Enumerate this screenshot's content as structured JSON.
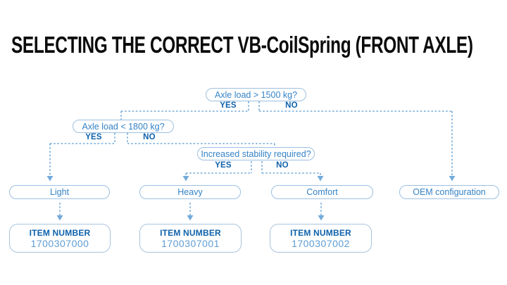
{
  "title": "SELECTING THE CORRECT VB-CoilSpring (FRONT AXLE)",
  "flowchart": {
    "decisions": [
      {
        "question": "Axle load > 1500 kg?",
        "yes_label": "YES",
        "no_label": "NO"
      },
      {
        "question": "Axle load < 1800 kg?",
        "yes_label": "YES",
        "no_label": "NO"
      },
      {
        "question": "Increased stability required?",
        "yes_label": "YES",
        "no_label": "NO"
      }
    ],
    "options": [
      {
        "label": "Light"
      },
      {
        "label": "Heavy"
      },
      {
        "label": "Comfort"
      },
      {
        "label": "OEM configuration"
      }
    ],
    "items": [
      {
        "heading": "ITEM NUMBER",
        "number": "1700307000"
      },
      {
        "heading": "ITEM NUMBER",
        "number": "1700307001"
      },
      {
        "heading": "ITEM NUMBER",
        "number": "1700307002"
      }
    ]
  },
  "colors": {
    "title_text": "#0b0b0b",
    "node_border": "#9dc0e0",
    "node_text": "#3583c6",
    "yes_no_text": "#0f62ab",
    "item_heading_text": "#0f62ab",
    "item_number_text": "#5f9cd3",
    "connector": "#74abda"
  }
}
